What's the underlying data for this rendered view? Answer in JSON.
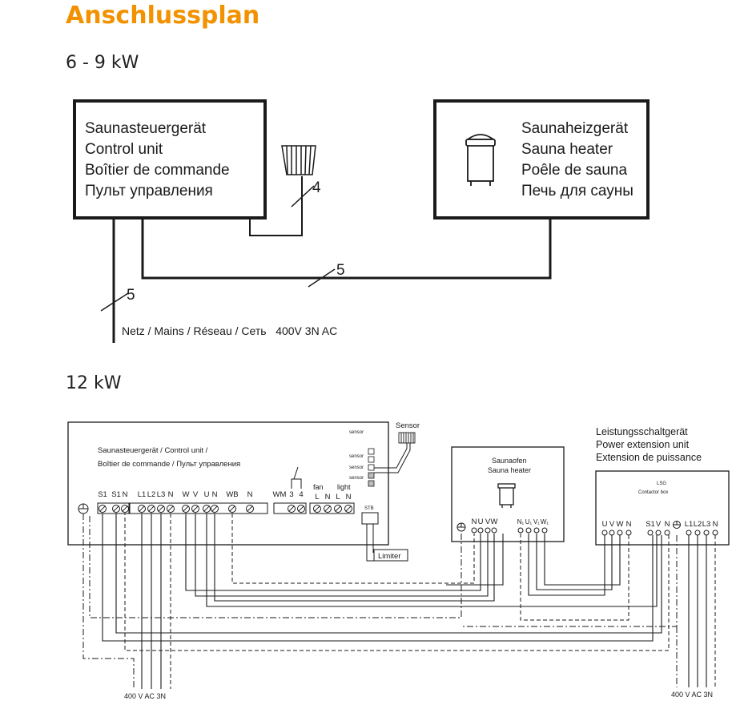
{
  "title": "Anschlussplan",
  "section1": {
    "label": "6 - 9 kW",
    "control_unit": [
      "Saunasteuergerät",
      "Control unit",
      "Boîtier de commande",
      "Пульт управления"
    ],
    "sauna_heater": [
      "Saunaheizgerät",
      "Sauna heater",
      "Poêle de sauna",
      "Печь для сауны"
    ],
    "sensor_wires": "4",
    "heater_wires": "5",
    "mains_wires": "5",
    "mains_label": "Netz / Mains / Réseau / Сеть   400V 3N AC"
  },
  "section2": {
    "label": "12 kW",
    "control_unit_line1": "Saunasteuergerät / Control unit /",
    "control_unit_line2": "Boîtier de commande / Пульт управления",
    "sensor_label": "Sensor",
    "limiter_label": "Limiter",
    "stb_label": "STB",
    "main_terminals": [
      "S1",
      "S1",
      "N",
      "L1",
      "L2",
      "L3",
      "N",
      "W",
      "V",
      "U",
      "N",
      "WB",
      "N"
    ],
    "wm_terminals": [
      "WM",
      "3",
      "4"
    ],
    "fan_label": "fan",
    "light_label": "light",
    "fan_light_terminals": [
      "L",
      "N",
      "L",
      "N"
    ],
    "panel_small_labels": [
      "sensor",
      "sensor",
      "sensor",
      "sensor"
    ],
    "sauna_oven": [
      "Saunaofen",
      "Sauna heater"
    ],
    "oven_terminals_left": [
      "N",
      "U",
      "V",
      "W"
    ],
    "oven_terminals_right": [
      "N₁",
      "U₁",
      "V₁",
      "W₁"
    ],
    "power_unit": [
      "Leistungsschaltgerät",
      "Power extension unit",
      "Extension de puissance"
    ],
    "lsg_box": [
      "LSG",
      "Contactor box"
    ],
    "lsg_terminals_left": [
      "U",
      "V",
      "W",
      "N"
    ],
    "lsg_terminals_mid": [
      "S1",
      "V",
      "N"
    ],
    "lsg_terminals_right": [
      "L1",
      "L2",
      "L3",
      "N"
    ],
    "supply_left": "400 V AC 3N",
    "supply_right": "400 V AC 3N"
  }
}
